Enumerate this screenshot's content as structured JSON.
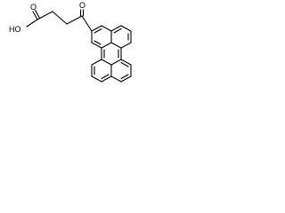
{
  "molecule": {
    "labels": {
      "hydroxyl": "HO",
      "acid_carbonyl_oxygen": "O",
      "ketone_oxygen": "O"
    },
    "colors": {
      "bond": "#000000",
      "label": "#000000",
      "background": "#ffffff"
    }
  }
}
